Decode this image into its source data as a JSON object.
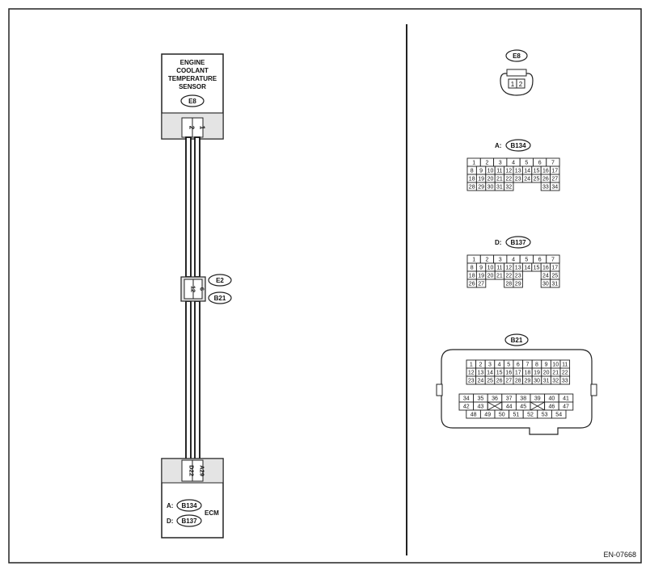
{
  "sensor": {
    "title_lines": [
      "ENGINE",
      "COOLANT",
      "TEMPERATURE",
      "SENSOR"
    ],
    "connector": "E8",
    "pins": [
      "2",
      "1"
    ]
  },
  "inline_connector": {
    "top_label": "E2",
    "bottom_label": "B21",
    "pins": [
      "12",
      "6"
    ]
  },
  "ecm": {
    "label": "ECM",
    "pins": [
      "D22",
      "A29"
    ],
    "connectors": [
      {
        "prefix": "A:",
        "id": "B134"
      },
      {
        "prefix": "D:",
        "id": "B137"
      }
    ]
  },
  "views": {
    "e8": {
      "label": "E8",
      "pins": [
        "1",
        "2"
      ]
    },
    "b134": {
      "prefix": "A:",
      "id": "B134",
      "rows": [
        [
          "1",
          "2",
          "3",
          "4",
          "5",
          "6",
          "7"
        ],
        [
          "8",
          "9",
          "10",
          "11",
          "12",
          "13",
          "14",
          "15",
          "16",
          "17"
        ],
        [
          "18",
          "19",
          "20",
          "21",
          "22",
          "23",
          "24",
          "25",
          "26",
          "27"
        ],
        [
          "28",
          "29",
          "30",
          "31",
          "32",
          "33",
          "34"
        ]
      ]
    },
    "b137": {
      "prefix": "D:",
      "id": "B137",
      "rows": [
        [
          "1",
          "2",
          "3",
          "4",
          "5",
          "6",
          "7"
        ],
        [
          "8",
          "9",
          "10",
          "11",
          "12",
          "13",
          "14",
          "15",
          "16",
          "17"
        ],
        [
          "18",
          "19",
          "20",
          "21",
          "22",
          "23",
          "24",
          "25"
        ],
        [
          "26",
          "27",
          "28",
          "29",
          "30",
          "31"
        ]
      ]
    },
    "b21": {
      "label": "B21",
      "rows": [
        [
          "1",
          "2",
          "3",
          "4",
          "5",
          "6",
          "7",
          "8",
          "9",
          "10",
          "11"
        ],
        [
          "12",
          "13",
          "14",
          "15",
          "16",
          "17",
          "18",
          "19",
          "20",
          "21",
          "22"
        ],
        [
          "23",
          "24",
          "25",
          "26",
          "27",
          "28",
          "29",
          "30",
          "31",
          "32",
          "33"
        ],
        [
          "34",
          "35",
          "36",
          "37",
          "38",
          "39",
          "40",
          "41"
        ],
        [
          "42",
          "43",
          "44",
          "45",
          "46",
          "47"
        ],
        [
          "48",
          "49",
          "50",
          "51",
          "52",
          "53",
          "54"
        ]
      ]
    }
  },
  "figure_id": "EN-07668"
}
